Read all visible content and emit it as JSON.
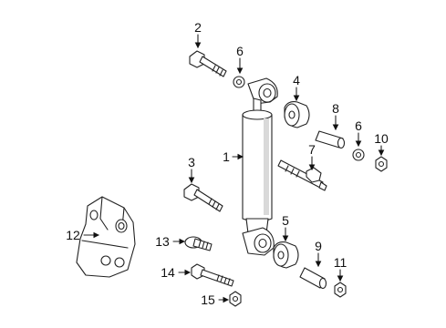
{
  "diagram": {
    "callouts": [
      {
        "id": "1",
        "text": "1"
      },
      {
        "id": "2",
        "text": "2"
      },
      {
        "id": "3",
        "text": "3"
      },
      {
        "id": "4",
        "text": "4"
      },
      {
        "id": "5",
        "text": "5"
      },
      {
        "id": "6a",
        "text": "6"
      },
      {
        "id": "6b",
        "text": "6"
      },
      {
        "id": "7",
        "text": "7"
      },
      {
        "id": "8",
        "text": "8"
      },
      {
        "id": "9",
        "text": "9"
      },
      {
        "id": "10",
        "text": "10"
      },
      {
        "id": "11",
        "text": "11"
      },
      {
        "id": "12",
        "text": "12"
      },
      {
        "id": "13",
        "text": "13"
      },
      {
        "id": "14",
        "text": "14"
      },
      {
        "id": "15",
        "text": "15"
      }
    ]
  }
}
